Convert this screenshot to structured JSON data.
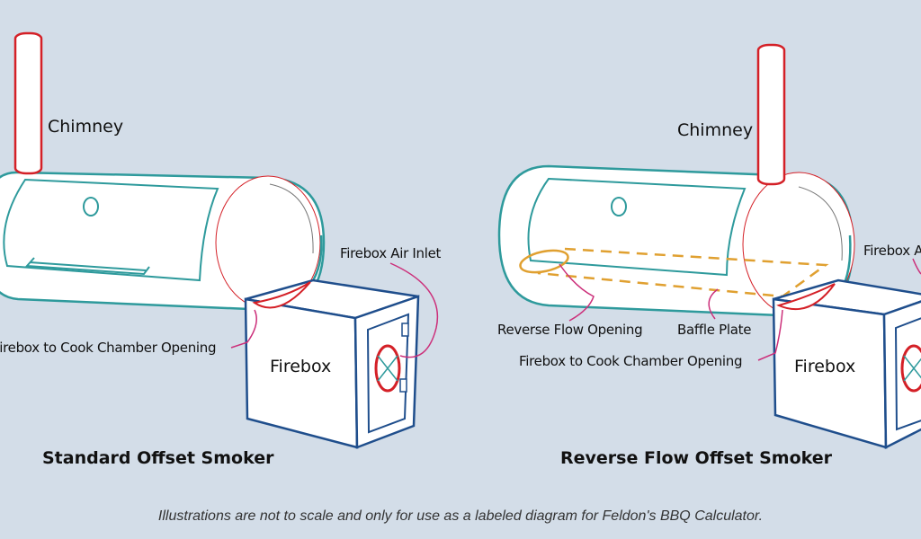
{
  "colors": {
    "background": "#d3dde8",
    "cook_chamber_outline": "#2e9a9c",
    "chimney_outline": "#d42027",
    "firebox_outline": "#1f4e8c",
    "baffle_plate": "#e0a030",
    "leader_lines": "#cc2f7a"
  },
  "left_diagram": {
    "title": "Standard Offset Smoker",
    "labels": {
      "chimney": "Chimney",
      "firebox_air_inlet": "Firebox Air Inlet",
      "firebox_opening": "Firebox to Cook Chamber Opening",
      "firebox": "Firebox"
    }
  },
  "right_diagram": {
    "title": "Reverse Flow Offset Smoker",
    "labels": {
      "chimney": "Chimney",
      "firebox_air_inlet": "Firebox Air Inlet",
      "reverse_flow_opening": "Reverse Flow Opening",
      "baffle_plate": "Baffle Plate",
      "firebox_opening": "Firebox to Cook Chamber Opening",
      "firebox": "Firebox"
    }
  },
  "caption": "Illustrations are not to scale and only for use as a labeled diagram for Feldon's BBQ Calculator."
}
